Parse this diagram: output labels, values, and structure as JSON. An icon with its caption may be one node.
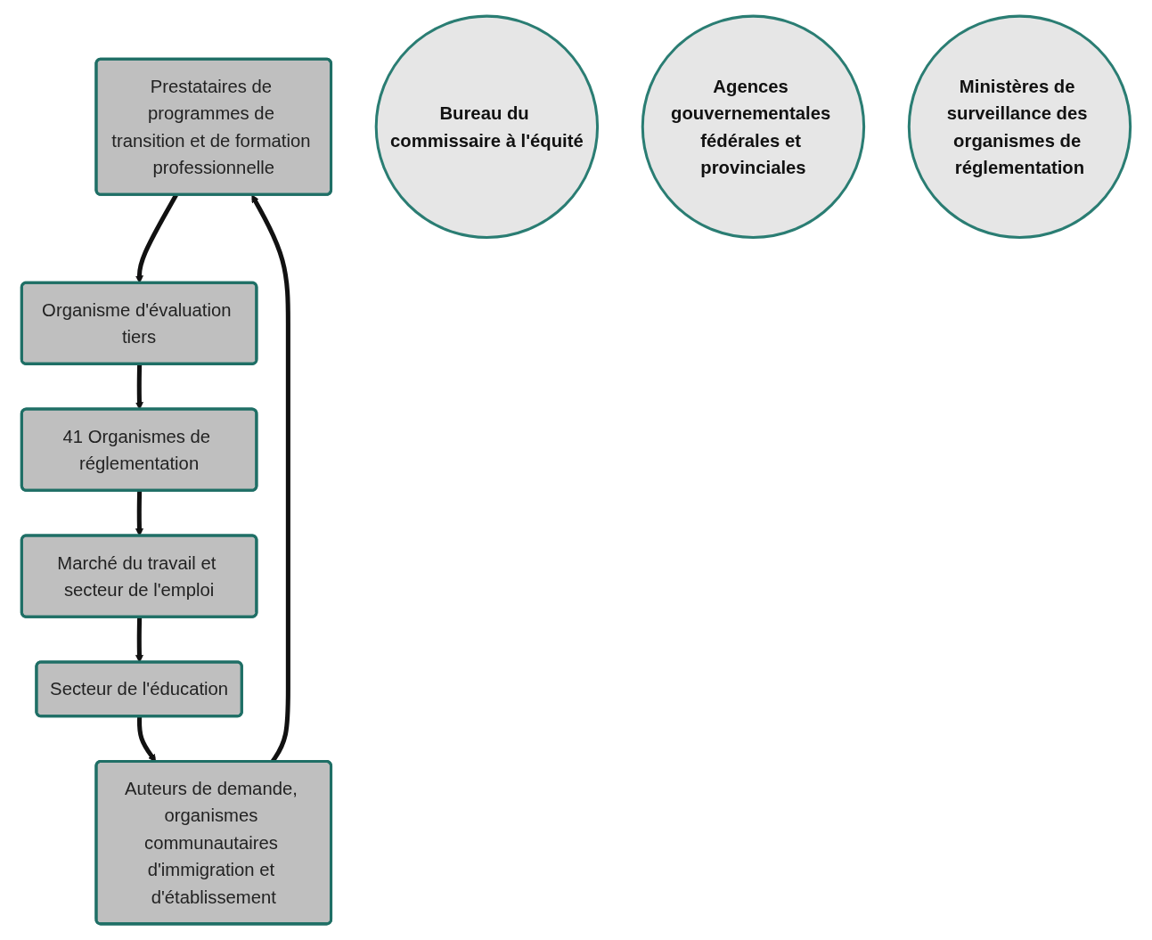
{
  "diagram": {
    "nodes": [
      {
        "text": [
          "Prestataires de programmes de transition et de formation professionnelle"
        ]
      },
      {
        "text": [
          "Organisme d'évaluation tiers"
        ]
      },
      {
        "text": [
          "41 Organismes de réglementation"
        ]
      },
      {
        "text": [
          "Marché du travail et secteur de l'emploi"
        ]
      },
      {
        "text": [
          "Secteur de l'éducation"
        ]
      },
      {
        "text": [
          "Auteurs de demande, organismes communautaires d'immigration et d'établissement"
        ]
      },
      {
        "text": [
          "Bureau du commissaire à l'équité"
        ]
      },
      {
        "text": [
          "Agences gouvernementales fédérales et provinciales"
        ]
      },
      {
        "text": [
          "Ministères de surveillance des organismes de réglementation"
        ]
      }
    ],
    "edges": [
      {
        "from": 0,
        "to": 1,
        "arrow": "to"
      },
      {
        "from": 1,
        "to": 2,
        "arrow": "to"
      },
      {
        "from": 2,
        "to": 3,
        "arrow": "to"
      },
      {
        "from": 3,
        "to": 4,
        "arrow": "to"
      },
      {
        "from": 4,
        "to": 5,
        "arrow": "to"
      },
      {
        "from": 5,
        "to": 0,
        "arrow": "to"
      }
    ]
  }
}
